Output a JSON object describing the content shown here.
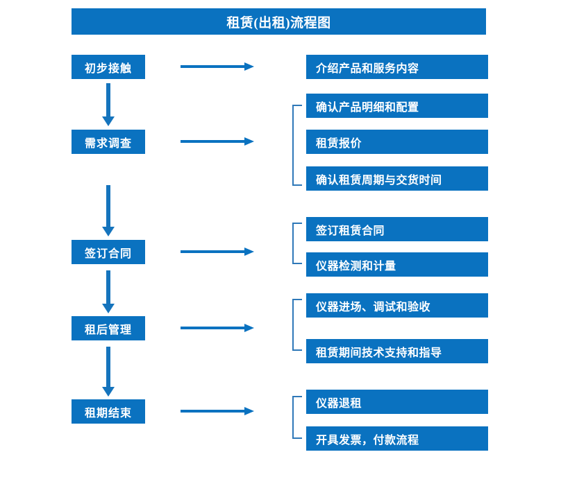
{
  "title": "租赁(出租)流程图",
  "colors": {
    "box_fill": "#0A72C0",
    "box_text": "#FFFFFF",
    "arrow": "#0A72C0",
    "v_arrow": "#1574BD",
    "bracket": "#2E78B8",
    "background": "#FFFFFF"
  },
  "stages": [
    {
      "label": "初步接触"
    },
    {
      "label": "需求调查"
    },
    {
      "label": "签订合同"
    },
    {
      "label": "租后管理"
    },
    {
      "label": "租期结束"
    }
  ],
  "details": [
    {
      "label": "介绍产品和服务内容"
    },
    {
      "label": "确认产品明细和配置"
    },
    {
      "label": "租赁报价"
    },
    {
      "label": "确认租赁周期与交货时间"
    },
    {
      "label": "签订租赁合同"
    },
    {
      "label": "仪器检测和计量"
    },
    {
      "label": "仪器进场、调试和验收"
    },
    {
      "label": "租赁期间技术支持和指导"
    },
    {
      "label": "仪器退租"
    },
    {
      "label": "开具发票，付款流程"
    }
  ],
  "chart_data": {
    "type": "diagram",
    "diagram_kind": "flowchart",
    "title": "租赁(出租)流程图",
    "orientation": "vertical-with-side-branches",
    "nodes": [
      {
        "id": "s1",
        "label": "初步接触",
        "column": "stage",
        "order": 1
      },
      {
        "id": "s2",
        "label": "需求调查",
        "column": "stage",
        "order": 2
      },
      {
        "id": "s3",
        "label": "签订合同",
        "column": "stage",
        "order": 3
      },
      {
        "id": "s4",
        "label": "租后管理",
        "column": "stage",
        "order": 4
      },
      {
        "id": "s5",
        "label": "租期结束",
        "column": "stage",
        "order": 5
      },
      {
        "id": "d1",
        "label": "介绍产品和服务内容",
        "column": "detail",
        "parent": "s1"
      },
      {
        "id": "d2",
        "label": "确认产品明细和配置",
        "column": "detail",
        "parent": "s2"
      },
      {
        "id": "d3",
        "label": "租赁报价",
        "column": "detail",
        "parent": "s2"
      },
      {
        "id": "d4",
        "label": "确认租赁周期与交货时间",
        "column": "detail",
        "parent": "s2"
      },
      {
        "id": "d5",
        "label": "签订租赁合同",
        "column": "detail",
        "parent": "s3"
      },
      {
        "id": "d6",
        "label": "仪器检测和计量",
        "column": "detail",
        "parent": "s3"
      },
      {
        "id": "d7",
        "label": "仪器进场、调试和验收",
        "column": "detail",
        "parent": "s4"
      },
      {
        "id": "d8",
        "label": "租赁期间技术支持和指导",
        "column": "detail",
        "parent": "s4"
      },
      {
        "id": "d9",
        "label": "仪器退租",
        "column": "detail",
        "parent": "s5"
      },
      {
        "id": "d10",
        "label": "开具发票，付款流程",
        "column": "detail",
        "parent": "s5"
      }
    ],
    "edges": [
      {
        "from": "s1",
        "to": "s2",
        "kind": "vertical-arrow"
      },
      {
        "from": "s2",
        "to": "s3",
        "kind": "vertical-arrow"
      },
      {
        "from": "s3",
        "to": "s4",
        "kind": "vertical-arrow"
      },
      {
        "from": "s4",
        "to": "s5",
        "kind": "vertical-arrow"
      },
      {
        "from": "s1",
        "to": "d1",
        "kind": "horizontal-arrow"
      },
      {
        "from": "s2",
        "to": "d2,d3,d4",
        "kind": "horizontal-arrow-bracket"
      },
      {
        "from": "s3",
        "to": "d5,d6",
        "kind": "horizontal-arrow-bracket"
      },
      {
        "from": "s4",
        "to": "d7,d8",
        "kind": "horizontal-arrow-bracket"
      },
      {
        "from": "s5",
        "to": "d9,d10",
        "kind": "horizontal-arrow-bracket"
      }
    ]
  }
}
